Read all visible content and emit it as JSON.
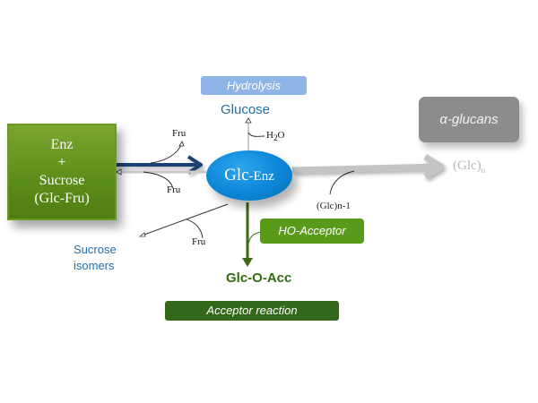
{
  "diagram": {
    "substrate": {
      "lines": [
        "Enz",
        "+",
        "Sucrose",
        "(Glc-Fru)"
      ]
    },
    "hydrolysis": {
      "label": "Hydrolysis",
      "product": "Glucose",
      "reagent_main": "H",
      "reagent_sub": "2",
      "reagent_tail": "O"
    },
    "intermediate": {
      "main": "Glc",
      "suffix": "-Enz"
    },
    "fructose_labels": [
      "Fru",
      "Fru",
      "Fru"
    ],
    "isomerization": {
      "product_line1": "Sucrose",
      "product_line2": "isomers"
    },
    "polymerization": {
      "product": "α-glucans",
      "formula_main": "(Glc)",
      "formula_sub": "n",
      "reagent": "(Glc)n-1"
    },
    "acceptor": {
      "reagent": "HO-Acceptor",
      "product": "Glc-O-Acc",
      "label": "Acceptor reaction"
    },
    "colors": {
      "substrate_green": "#5f8f1a",
      "enzyme_blue": "#0b86d6",
      "hydrolysis_blue": "#8fb4e6",
      "glucose_text": "#1f6ea8",
      "alpha_gray": "#8c8c8c",
      "acceptor_green": "#5a9a1a",
      "acceptor_dark": "#33671a",
      "main_arrow": "#1c3f73"
    }
  }
}
